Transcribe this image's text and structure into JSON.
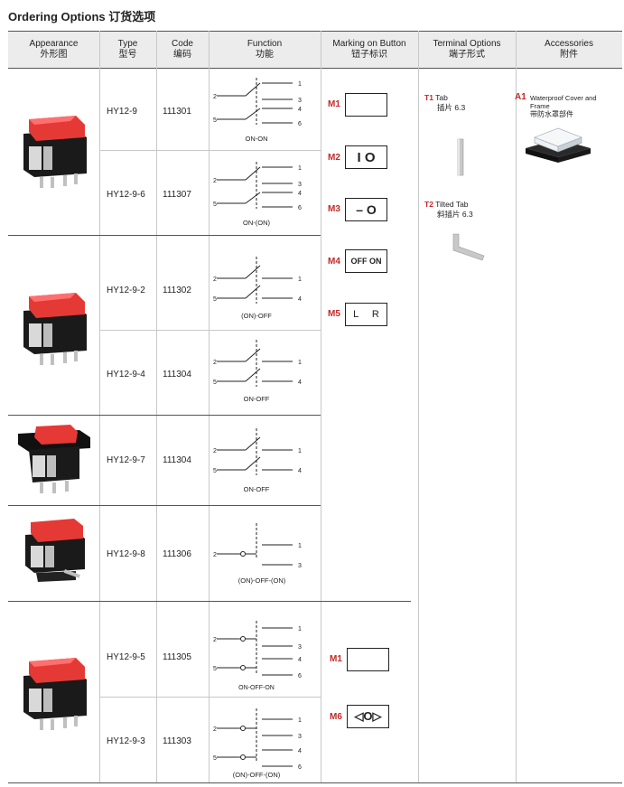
{
  "title": "Ordering Options 订货选项",
  "headers": {
    "appearance": "Appearance",
    "appearance_cn": "外形图",
    "type": "Type",
    "type_cn": "型号",
    "code": "Code",
    "code_cn": "编码",
    "function": "Function",
    "function_cn": "功能",
    "marking": "Marking on Button",
    "marking_cn": "钮子标识",
    "terminal": "Terminal Options",
    "terminal_cn": "端子形式",
    "accessories": "Accessories",
    "accessories_cn": "附件"
  },
  "rows": [
    {
      "type": "HY12-9",
      "code": "111301",
      "function": "ON-ON",
      "pins_left": [
        "2",
        "5"
      ],
      "pins_right": [
        "1",
        "3",
        "4",
        "6"
      ]
    },
    {
      "type": "HY12-9-6",
      "code": "111307",
      "function": "ON-(ON)",
      "pins_left": [
        "2",
        "5"
      ],
      "pins_right": [
        "1",
        "3",
        "4",
        "6"
      ]
    },
    {
      "type": "HY12-9-2",
      "code": "111302",
      "function": "(ON)-OFF",
      "pins_left": [
        "2",
        "5"
      ],
      "pins_right": [
        "1",
        "4"
      ]
    },
    {
      "type": "HY12-9-4",
      "code": "111304",
      "function": "ON-OFF",
      "pins_left": [
        "2",
        "5"
      ],
      "pins_right": [
        "1",
        "4"
      ]
    },
    {
      "type": "HY12-9-7",
      "code": "111304",
      "function": "ON-OFF",
      "pins_left": [
        "2",
        "5"
      ],
      "pins_right": [
        "1",
        "4"
      ]
    },
    {
      "type": "HY12-9-8",
      "code": "111306",
      "function": "(ON)-OFF-(ON)",
      "pins_left": [
        "2"
      ],
      "pins_right": [
        "1",
        "3"
      ]
    },
    {
      "type": "HY12-9-5",
      "code": "111305",
      "function": "ON-OFF-ON",
      "pins_left": [
        "2",
        "5"
      ],
      "pins_right": [
        "1",
        "3",
        "4",
        "6"
      ]
    },
    {
      "type": "HY12-9-3",
      "code": "111303",
      "function": "(ON)-OFF-(ON)",
      "pins_left": [
        "2",
        "5"
      ],
      "pins_right": [
        "1",
        "3",
        "4",
        "6"
      ]
    }
  ],
  "markings": [
    {
      "id": "M1",
      "symbol": ""
    },
    {
      "id": "M2",
      "symbol": "I O"
    },
    {
      "id": "M3",
      "symbol": "– O"
    },
    {
      "id": "M4",
      "symbol": "OFF ON"
    },
    {
      "id": "M5",
      "symbol": "L R"
    },
    {
      "id": "M1",
      "symbol": ""
    },
    {
      "id": "M6",
      "symbol": "◁O▷"
    }
  ],
  "terminals": [
    {
      "id": "T1",
      "label": "Tab",
      "label_cn": "插片 6.3"
    },
    {
      "id": "T2",
      "label": "Tilted Tab",
      "label_cn": "斜插片 6.3"
    }
  ],
  "accessories": [
    {
      "id": "A1",
      "label": "Waterproof Cover and Frame",
      "label_cn": "带防水罩部件"
    }
  ],
  "colors": {
    "accent": "#c62828",
    "header_bg": "#ececec",
    "rocker": "#e53935",
    "body": "#1a1a1a"
  }
}
